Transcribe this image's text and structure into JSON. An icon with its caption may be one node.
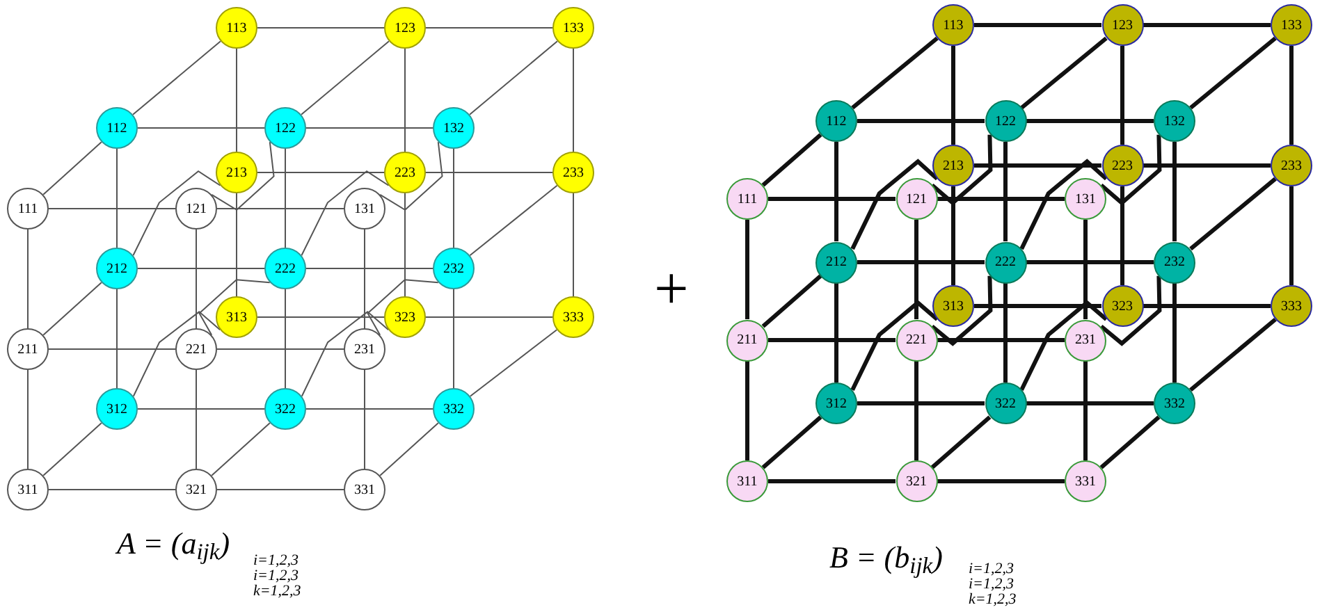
{
  "diagram": {
    "nodes": [
      {
        "text": [
          "111"
        ]
      },
      {
        "text": [
          "112"
        ]
      },
      {
        "text": [
          "113"
        ]
      },
      {
        "text": [
          "121"
        ]
      },
      {
        "text": [
          "122"
        ]
      },
      {
        "text": [
          "123"
        ]
      },
      {
        "text": [
          "131"
        ]
      },
      {
        "text": [
          "132"
        ]
      },
      {
        "text": [
          "133"
        ]
      },
      {
        "text": [
          "211"
        ]
      },
      {
        "text": [
          "212"
        ]
      },
      {
        "text": [
          "213"
        ]
      },
      {
        "text": [
          "221"
        ]
      },
      {
        "text": [
          "222"
        ]
      },
      {
        "text": [
          "223"
        ]
      },
      {
        "text": [
          "231"
        ]
      },
      {
        "text": [
          "232"
        ]
      },
      {
        "text": [
          "233"
        ]
      },
      {
        "text": [
          "311"
        ]
      },
      {
        "text": [
          "312"
        ]
      },
      {
        "text": [
          "313"
        ]
      },
      {
        "text": [
          "321"
        ]
      },
      {
        "text": [
          "322"
        ]
      },
      {
        "text": [
          "323"
        ]
      },
      {
        "text": [
          "331"
        ]
      },
      {
        "text": [
          "332"
        ]
      },
      {
        "text": [
          "333"
        ]
      },
      {
        "text": [
          "111"
        ]
      },
      {
        "text": [
          "112"
        ]
      },
      {
        "text": [
          "113"
        ]
      },
      {
        "text": [
          "121"
        ]
      },
      {
        "text": [
          "122"
        ]
      },
      {
        "text": [
          "123"
        ]
      },
      {
        "text": [
          "131"
        ]
      },
      {
        "text": [
          "132"
        ]
      },
      {
        "text": [
          "133"
        ]
      },
      {
        "text": [
          "211"
        ]
      },
      {
        "text": [
          "212"
        ]
      },
      {
        "text": [
          "213"
        ]
      },
      {
        "text": [
          "221"
        ]
      },
      {
        "text": [
          "222"
        ]
      },
      {
        "text": [
          "223"
        ]
      },
      {
        "text": [
          "231"
        ]
      },
      {
        "text": [
          "232"
        ]
      },
      {
        "text": [
          "233"
        ]
      },
      {
        "text": [
          "311"
        ]
      },
      {
        "text": [
          "312"
        ]
      },
      {
        "text": [
          "313"
        ]
      },
      {
        "text": [
          "321"
        ]
      },
      {
        "text": [
          "322"
        ]
      },
      {
        "text": [
          "323"
        ]
      },
      {
        "text": [
          "331"
        ]
      },
      {
        "text": [
          "332"
        ]
      },
      {
        "text": [
          "333"
        ]
      }
    ],
    "edges": [
      {
        "from": 0,
        "to": 1,
        "arrow": "none"
      },
      {
        "from": 0,
        "to": 3,
        "arrow": "none"
      },
      {
        "from": 0,
        "to": 9,
        "arrow": "none"
      },
      {
        "from": 1,
        "to": 2,
        "arrow": "none"
      },
      {
        "from": 1,
        "to": 4,
        "arrow": "none"
      },
      {
        "from": 1,
        "to": 10,
        "arrow": "none"
      },
      {
        "from": 2,
        "to": 5,
        "arrow": "none"
      },
      {
        "from": 2,
        "to": 11,
        "arrow": "none"
      },
      {
        "from": 3,
        "to": 4,
        "arrow": "none"
      },
      {
        "from": 3,
        "to": 6,
        "arrow": "none"
      },
      {
        "from": 3,
        "to": 12,
        "arrow": "none"
      },
      {
        "from": 4,
        "to": 5,
        "arrow": "none"
      },
      {
        "from": 4,
        "to": 7,
        "arrow": "none"
      },
      {
        "from": 4,
        "to": 13,
        "arrow": "none"
      },
      {
        "from": 5,
        "to": 8,
        "arrow": "none"
      },
      {
        "from": 5,
        "to": 14,
        "arrow": "none"
      },
      {
        "from": 6,
        "to": 7,
        "arrow": "none"
      },
      {
        "from": 6,
        "to": 15,
        "arrow": "none"
      },
      {
        "from": 7,
        "to": 8,
        "arrow": "none"
      },
      {
        "from": 7,
        "to": 16,
        "arrow": "none"
      },
      {
        "from": 8,
        "to": 17,
        "arrow": "none"
      },
      {
        "from": 9,
        "to": 10,
        "arrow": "none"
      },
      {
        "from": 9,
        "to": 12,
        "arrow": "none"
      },
      {
        "from": 9,
        "to": 18,
        "arrow": "none"
      },
      {
        "from": 10,
        "to": 11,
        "arrow": "none"
      },
      {
        "from": 10,
        "to": 13,
        "arrow": "none"
      },
      {
        "from": 10,
        "to": 19,
        "arrow": "none"
      },
      {
        "from": 11,
        "to": 14,
        "arrow": "none"
      },
      {
        "from": 11,
        "to": 20,
        "arrow": "none"
      },
      {
        "from": 12,
        "to": 13,
        "arrow": "none"
      },
      {
        "from": 12,
        "to": 15,
        "arrow": "none"
      },
      {
        "from": 12,
        "to": 21,
        "arrow": "none"
      },
      {
        "from": 13,
        "to": 14,
        "arrow": "none"
      },
      {
        "from": 13,
        "to": 16,
        "arrow": "none"
      },
      {
        "from": 13,
        "to": 22,
        "arrow": "none"
      },
      {
        "from": 14,
        "to": 17,
        "arrow": "none"
      },
      {
        "from": 14,
        "to": 23,
        "arrow": "none"
      },
      {
        "from": 15,
        "to": 16,
        "arrow": "none"
      },
      {
        "from": 15,
        "to": 24,
        "arrow": "none"
      },
      {
        "from": 16,
        "to": 17,
        "arrow": "none"
      },
      {
        "from": 16,
        "to": 25,
        "arrow": "none"
      },
      {
        "from": 17,
        "to": 26,
        "arrow": "none"
      },
      {
        "from": 18,
        "to": 19,
        "arrow": "none"
      },
      {
        "from": 18,
        "to": 21,
        "arrow": "none"
      },
      {
        "from": 19,
        "to": 20,
        "arrow": "none"
      },
      {
        "from": 19,
        "to": 22,
        "arrow": "none"
      },
      {
        "from": 20,
        "to": 23,
        "arrow": "none"
      },
      {
        "from": 21,
        "to": 22,
        "arrow": "none"
      },
      {
        "from": 21,
        "to": 24,
        "arrow": "none"
      },
      {
        "from": 22,
        "to": 23,
        "arrow": "none"
      },
      {
        "from": 22,
        "to": 25,
        "arrow": "none"
      },
      {
        "from": 23,
        "to": 26,
        "arrow": "none"
      },
      {
        "from": 24,
        "to": 25,
        "arrow": "none"
      },
      {
        "from": 25,
        "to": 26,
        "arrow": "none"
      },
      {
        "from": 27,
        "to": 28,
        "arrow": "none",
        "style": "thick"
      },
      {
        "from": 27,
        "to": 30,
        "arrow": "none",
        "style": "thick"
      },
      {
        "from": 27,
        "to": 36,
        "arrow": "none",
        "style": "thick"
      },
      {
        "from": 28,
        "to": 29,
        "arrow": "none",
        "style": "thick"
      },
      {
        "from": 28,
        "to": 31,
        "arrow": "none",
        "style": "thick"
      },
      {
        "from": 28,
        "to": 37,
        "arrow": "none",
        "style": "thick"
      },
      {
        "from": 29,
        "to": 32,
        "arrow": "none",
        "style": "thick"
      },
      {
        "from": 29,
        "to": 38,
        "arrow": "none",
        "style": "thick"
      },
      {
        "from": 30,
        "to": 31,
        "arrow": "none",
        "style": "thick"
      },
      {
        "from": 30,
        "to": 33,
        "arrow": "none",
        "style": "thick"
      },
      {
        "from": 30,
        "to": 39,
        "arrow": "none",
        "style": "thick"
      },
      {
        "from": 31,
        "to": 32,
        "arrow": "none",
        "style": "thick"
      },
      {
        "from": 31,
        "to": 34,
        "arrow": "none",
        "style": "thick"
      },
      {
        "from": 31,
        "to": 40,
        "arrow": "none",
        "style": "thick"
      },
      {
        "from": 32,
        "to": 35,
        "arrow": "none",
        "style": "thick"
      },
      {
        "from": 32,
        "to": 41,
        "arrow": "none",
        "style": "thick"
      },
      {
        "from": 33,
        "to": 34,
        "arrow": "none",
        "style": "thick"
      },
      {
        "from": 33,
        "to": 42,
        "arrow": "none",
        "style": "thick"
      },
      {
        "from": 34,
        "to": 35,
        "arrow": "none",
        "style": "thick"
      },
      {
        "from": 34,
        "to": 43,
        "arrow": "none",
        "style": "thick"
      },
      {
        "from": 35,
        "to": 44,
        "arrow": "none",
        "style": "thick"
      },
      {
        "from": 36,
        "to": 37,
        "arrow": "none",
        "style": "thick"
      },
      {
        "from": 36,
        "to": 39,
        "arrow": "none",
        "style": "thick"
      },
      {
        "from": 36,
        "to": 45,
        "arrow": "none",
        "style": "thick"
      },
      {
        "from": 37,
        "to": 38,
        "arrow": "none",
        "style": "thick"
      },
      {
        "from": 37,
        "to": 40,
        "arrow": "none",
        "style": "thick"
      },
      {
        "from": 37,
        "to": 46,
        "arrow": "none",
        "style": "thick"
      },
      {
        "from": 38,
        "to": 41,
        "arrow": "none",
        "style": "thick"
      },
      {
        "from": 38,
        "to": 47,
        "arrow": "none",
        "style": "thick"
      },
      {
        "from": 39,
        "to": 40,
        "arrow": "none",
        "style": "thick"
      },
      {
        "from": 39,
        "to": 42,
        "arrow": "none",
        "style": "thick"
      },
      {
        "from": 39,
        "to": 48,
        "arrow": "none",
        "style": "thick"
      },
      {
        "from": 40,
        "to": 41,
        "arrow": "none",
        "style": "thick"
      },
      {
        "from": 40,
        "to": 43,
        "arrow": "none",
        "style": "thick"
      },
      {
        "from": 40,
        "to": 49,
        "arrow": "none",
        "style": "thick"
      },
      {
        "from": 41,
        "to": 44,
        "arrow": "none",
        "style": "thick"
      },
      {
        "from": 41,
        "to": 50,
        "arrow": "none",
        "style": "thick"
      },
      {
        "from": 42,
        "to": 43,
        "arrow": "none",
        "style": "thick"
      },
      {
        "from": 42,
        "to": 51,
        "arrow": "none",
        "style": "thick"
      },
      {
        "from": 43,
        "to": 44,
        "arrow": "none",
        "style": "thick"
      },
      {
        "from": 43,
        "to": 52,
        "arrow": "none",
        "style": "thick"
      },
      {
        "from": 44,
        "to": 53,
        "arrow": "none",
        "style": "thick"
      },
      {
        "from": 45,
        "to": 46,
        "arrow": "none",
        "style": "thick"
      },
      {
        "from": 45,
        "to": 48,
        "arrow": "none",
        "style": "thick"
      },
      {
        "from": 46,
        "to": 47,
        "arrow": "none",
        "style": "thick"
      },
      {
        "from": 46,
        "to": 49,
        "arrow": "none",
        "style": "thick"
      },
      {
        "from": 47,
        "to": 50,
        "arrow": "none",
        "style": "thick"
      },
      {
        "from": 48,
        "to": 49,
        "arrow": "none",
        "style": "thick"
      },
      {
        "from": 48,
        "to": 51,
        "arrow": "none",
        "style": "thick"
      },
      {
        "from": 49,
        "to": 50,
        "arrow": "none",
        "style": "thick"
      },
      {
        "from": 49,
        "to": 52,
        "arrow": "none",
        "style": "thick"
      },
      {
        "from": 50,
        "to": 53,
        "arrow": "none",
        "style": "thick"
      },
      {
        "from": 51,
        "to": 52,
        "arrow": "none",
        "style": "thick"
      },
      {
        "from": 52,
        "to": 53,
        "arrow": "none",
        "style": "thick"
      }
    ],
    "labels": [
      "+",
      "A = (a$_{ijk}$)",
      "i=1,2,3",
      "i=1,2,3",
      "k=1,2,3",
      "B = (b$_{ijk}$)",
      "i=1,2,3",
      "i=1,2,3",
      "k=1,2,3"
    ]
  }
}
